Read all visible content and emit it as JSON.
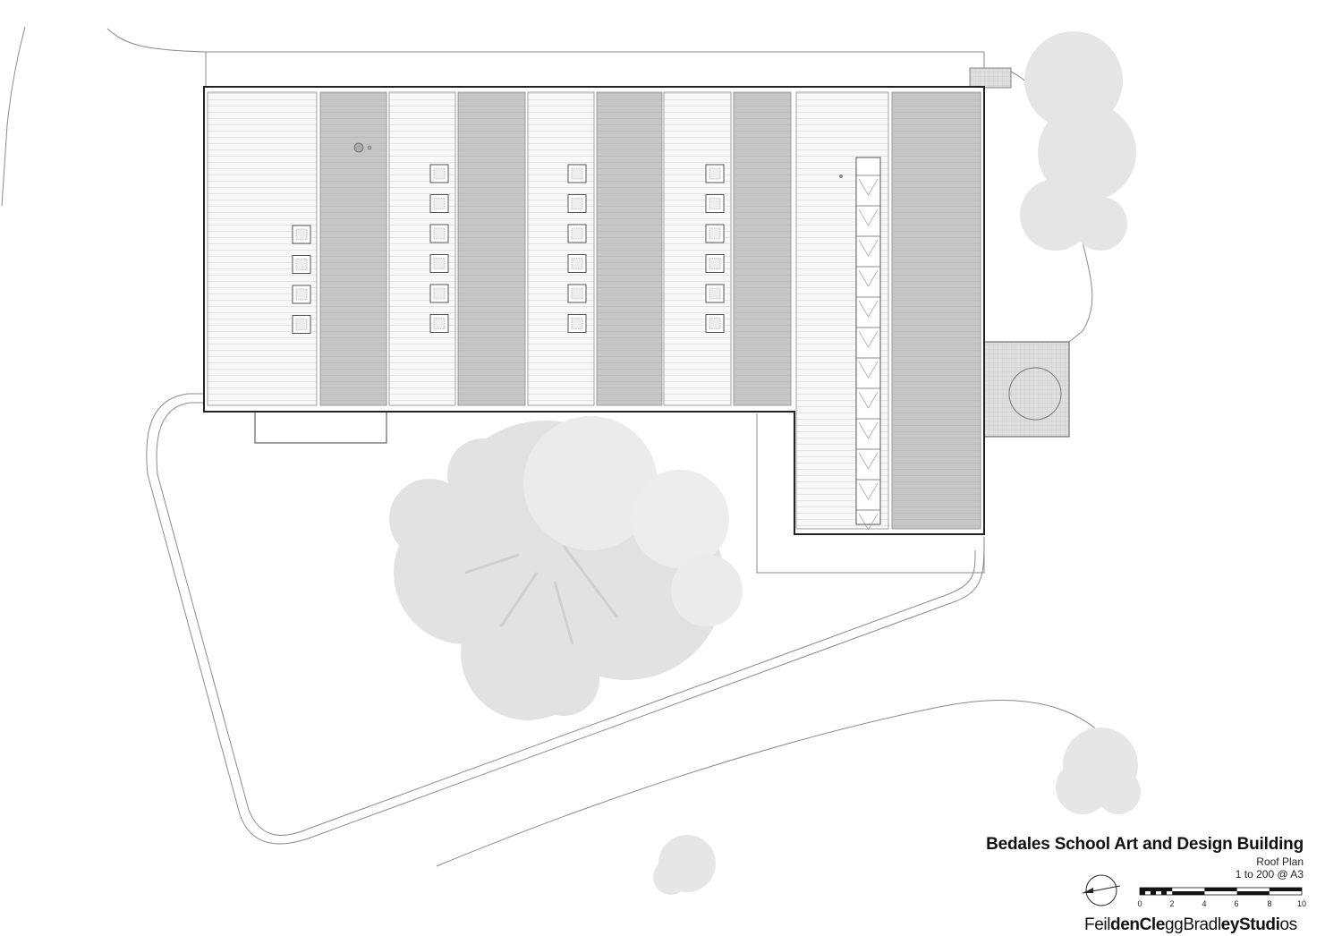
{
  "title": "Bedales School Art and Design Building",
  "drawing_name": "Roof Plan",
  "scale_text": "1 to 200 @ A3",
  "scale_bar": {
    "ticks": [
      "0",
      "2",
      "4",
      "6",
      "8",
      "10"
    ]
  },
  "brand": {
    "part1": "Feil",
    "part2": "denCle",
    "part3": "gg",
    "part4": "Bradl",
    "part5": "eyStudi",
    "part6": "os"
  },
  "plan": {
    "roof_strips": [
      "light",
      "dark",
      "light",
      "dark",
      "light",
      "dark",
      "light",
      "dark",
      "light",
      "dark"
    ],
    "rooflights_per_column": [
      4,
      6,
      6,
      6
    ],
    "north_point_icon": "north-arrow",
    "colors": {
      "dark_roof": "#c4c4c4",
      "light_roof": "#f7f7f7",
      "tree": "#e3e3e3",
      "line": "#333333"
    }
  }
}
